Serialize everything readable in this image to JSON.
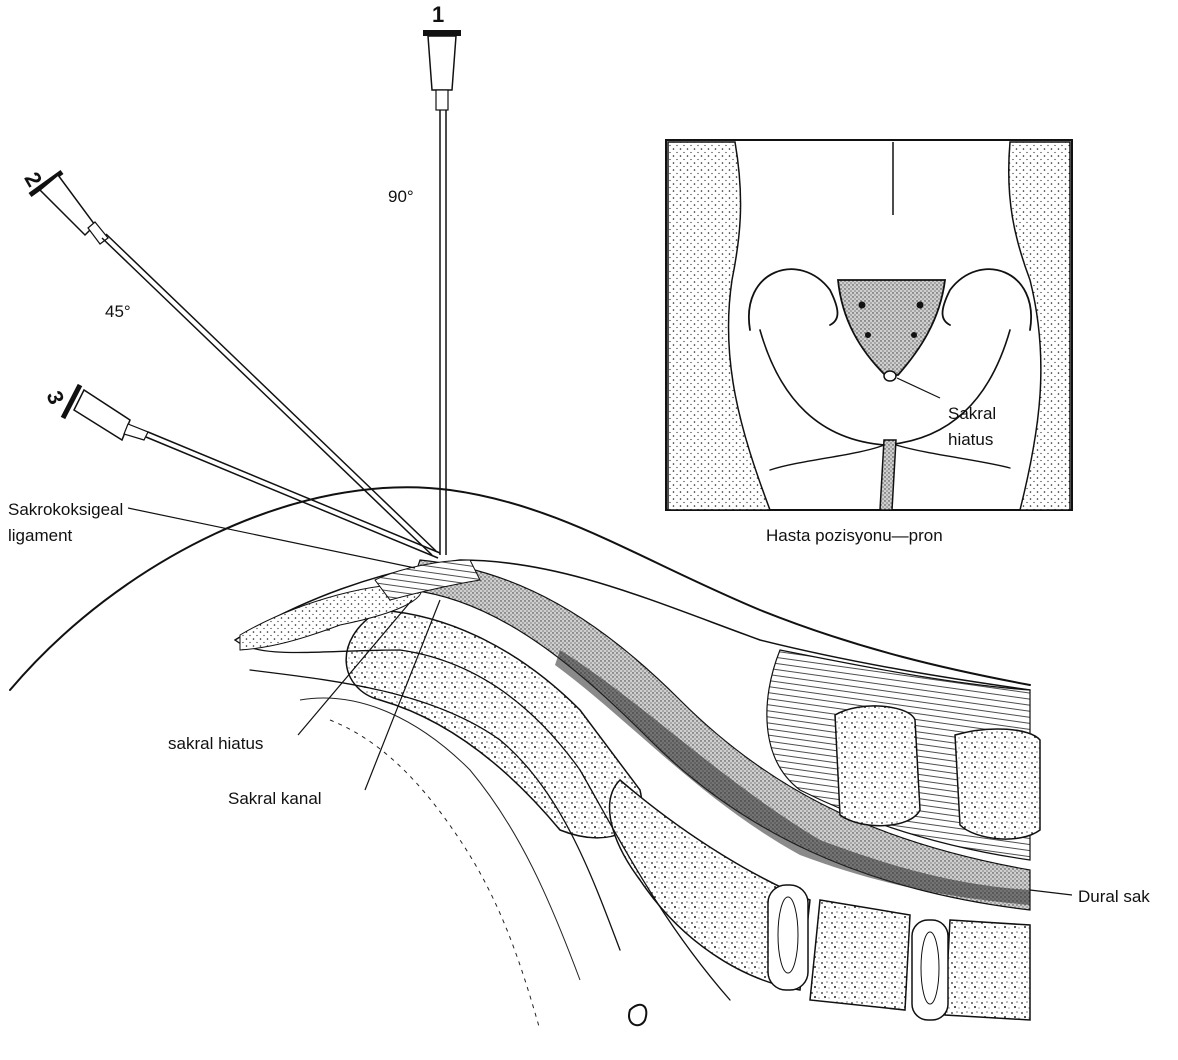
{
  "needles": [
    {
      "number": "1",
      "angle": "90°"
    },
    {
      "number": "2",
      "angle": "45°"
    },
    {
      "number": "3",
      "angle": ""
    }
  ],
  "labels": {
    "sacrococcygeal_ligament_line1": "Sakrokoksigeal",
    "sacrococcygeal_ligament_line2": "ligament",
    "sacral_hiatus": "sakral hiatus",
    "sacral_canal": "Sakral kanal",
    "dural_sac": "Dural sak"
  },
  "inset": {
    "sacral_hiatus_line1": "Sakral",
    "sacral_hiatus_line2": "hiatus",
    "caption": "Hasta pozisyonu—pron"
  },
  "colors": {
    "ink": "#111111",
    "paper": "#ffffff"
  }
}
